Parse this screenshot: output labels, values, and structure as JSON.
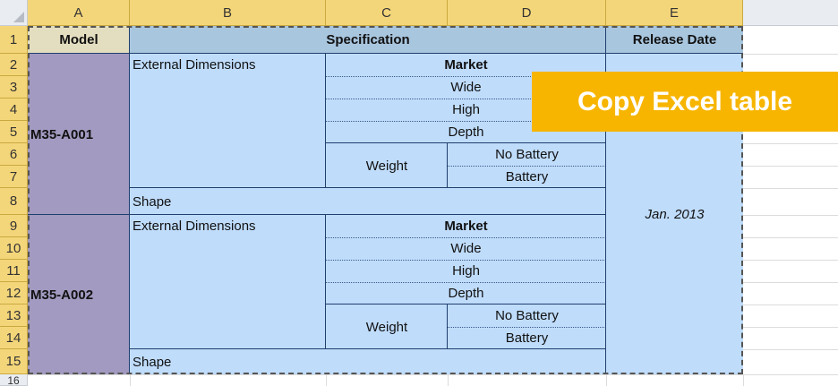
{
  "columns": [
    "A",
    "B",
    "C",
    "D",
    "E"
  ],
  "rows": [
    "1",
    "2",
    "3",
    "4",
    "5",
    "6",
    "7",
    "8",
    "9",
    "10",
    "11",
    "12",
    "13",
    "14",
    "15",
    "16"
  ],
  "headers": {
    "model": "Model",
    "specification": "Specification",
    "release_date": "Release Date"
  },
  "models": [
    {
      "name": "M35-A001",
      "external_dimensions": "External Dimensions",
      "market": "Market",
      "wide": "Wide",
      "high": "High",
      "depth": "Depth",
      "weight": "Weight",
      "no_battery": "No Battery",
      "battery": "Battery",
      "shape": "Shape"
    },
    {
      "name": "M35-A002",
      "external_dimensions": "External Dimensions",
      "market": "Market",
      "wide": "Wide",
      "high": "High",
      "depth": "Depth",
      "weight": "Weight",
      "no_battery": "No Battery",
      "battery": "Battery",
      "shape": "Shape"
    }
  ],
  "release_value": "Jan. 2013",
  "overlay_label": "Copy Excel table",
  "colors": {
    "header_yellow": "#f4d67a",
    "cell_blue": "#bfdcfb",
    "model_purple": "#a29ac0",
    "badge_orange": "#f7b500"
  }
}
